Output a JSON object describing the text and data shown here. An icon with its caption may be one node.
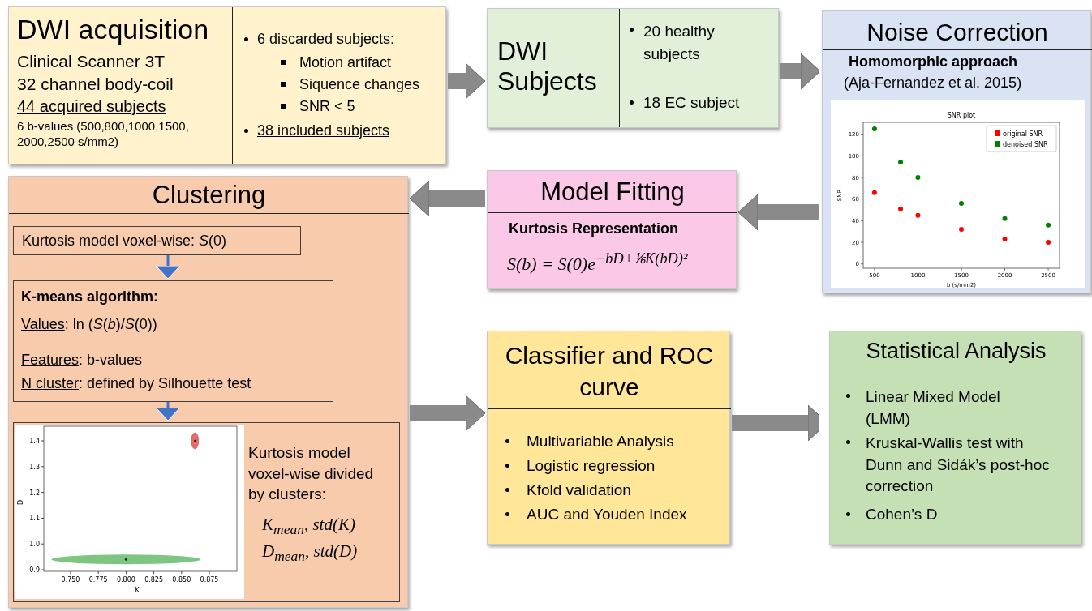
{
  "diagram": {
    "nodes": [
      {
        "text": [
          "DWI acquisition",
          "Clinical Scanner 3T",
          "32 channel body-coil",
          "44 acquired subjects",
          "6 b-values (500,800,1000,1500, 2000,2500 s/mm2)",
          "6 discarded subjects:",
          "Motion artifact",
          "Siquence changes",
          "SNR  < 5",
          "38 included subjects"
        ]
      },
      {
        "text": [
          "DWI Subjects",
          "20 healthy subjects",
          "18 EC subject"
        ]
      },
      {
        "text": [
          "Noise Correction",
          "Homomorphic approach",
          "(Aja-Fernandez et al. 2015)"
        ]
      },
      {
        "text": [
          "Model Fitting",
          "Kurtosis Representation",
          "S(b) = S(0)e$^{−bD+⅙K(bD)²}$"
        ]
      },
      {
        "text": [
          "Clustering"
        ]
      },
      {
        "text": [
          "Kurtosis model voxel-wise:  *S*(0)"
        ],
        "in": 4
      },
      {
        "text": [
          "K-means algorithm:",
          "Values: ln (*S*(*b*)/*S*(0))",
          "Features: b-values",
          "N cluster: defined by Silhouette test"
        ],
        "in": 4
      },
      {
        "text": [
          "Kurtosis model voxel-wise divided by clusters:",
          "K$_{mean}$, std(K)",
          "D$_{mean}$, std(D)"
        ],
        "in": 4
      },
      {
        "text": [
          "Classifier and ROC curve",
          "Multivariable Analysis",
          "Logistic regression",
          "Kfold validation",
          "AUC and Youden Index"
        ]
      },
      {
        "text": [
          "Statistical Analysis",
          "Linear Mixed Model (LMM)",
          "Kruskal-Wallis test with Dunn and Sidák’s post-hoc correction",
          "Cohen’s D"
        ]
      }
    ],
    "edges": [
      {
        "from": 0,
        "to": 1,
        "arrow": "to"
      },
      {
        "from": 1,
        "to": 2,
        "arrow": "to"
      },
      {
        "from": 2,
        "to": 3,
        "arrow": "to"
      },
      {
        "from": 3,
        "to": 4,
        "arrow": "to"
      },
      {
        "from": 5,
        "to": 6,
        "arrow": "to",
        "color": "#4472c4"
      },
      {
        "from": 6,
        "to": 7,
        "arrow": "to",
        "color": "#4472c4"
      },
      {
        "from": 4,
        "to": 8,
        "arrow": "to"
      },
      {
        "from": 8,
        "to": 9,
        "arrow": "to"
      }
    ],
    "labels": [
      "1.4",
      "1.3",
      "1.2",
      "1.1",
      "1.0",
      "0.9",
      "D",
      "0.750",
      "0.775",
      "0.800",
      "0.825",
      "0.850",
      "0.875",
      "K"
    ],
    "chart_data": {
      "type": "scatter",
      "title": "SNR plot",
      "xlabel": "b (s/mm2)",
      "ylabel": "SNR",
      "x": [
        500,
        800,
        1000,
        1500,
        2000,
        2500
      ],
      "series": [
        {
          "name": "original SNR",
          "color": "#ff0000",
          "values": [
            66,
            51,
            45,
            32,
            23,
            20
          ]
        },
        {
          "name": "denoised SNR",
          "color": "#008000",
          "values": [
            125,
            94,
            80,
            56,
            42,
            36
          ]
        }
      ],
      "legend": "upper right",
      "xlim": [
        370,
        2630
      ],
      "ylim": [
        -4,
        131
      ],
      "xticks": [
        500,
        1000,
        1500,
        2000,
        2500
      ],
      "yticks": [
        0,
        20,
        40,
        60,
        80,
        100,
        120
      ]
    }
  }
}
